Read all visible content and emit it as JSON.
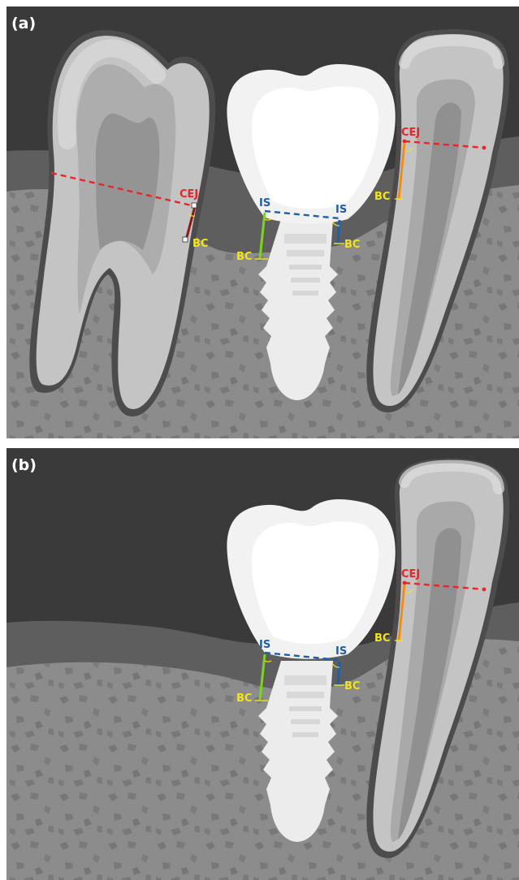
{
  "panels": [
    {
      "label": "(a)",
      "annotations": {
        "cej_molar": "CEJ",
        "bc_molar": "BC",
        "is_left": "IS",
        "is_right": "IS",
        "bc_implant_left": "BC",
        "bc_implant_right": "BC",
        "cej_premolar": "CEJ",
        "bc_premolar": "BC"
      }
    },
    {
      "label": "(b)",
      "annotations": {
        "is_left": "IS",
        "is_right": "IS",
        "bc_implant_left": "BC",
        "bc_implant_right": "BC",
        "cej_premolar": "CEJ",
        "bc_premolar": "BC"
      }
    }
  ],
  "colors": {
    "cej": "#e8262a",
    "is": "#1f5fa8",
    "bc": "#f2e51d",
    "implant_left_measure": "#7ed321",
    "molar_measure": "#8b1a12",
    "premolar_measure": "#f08c1e",
    "background": "#3a3a3a",
    "bone": "#8a8a8a",
    "soft_tissue": "#5e5e5e"
  }
}
